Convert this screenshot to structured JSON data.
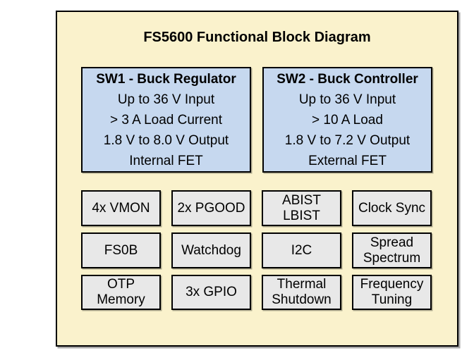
{
  "diagram": {
    "title": "FS5600 Functional Block Diagram",
    "sw_blocks": [
      {
        "title": "SW1 - Buck Regulator",
        "lines": [
          "Up to 36 V Input",
          "> 3 A Load Current",
          "1.8 V to 8.0 V Output",
          "Internal FET"
        ]
      },
      {
        "title": "SW2 - Buck Controller",
        "lines": [
          "Up to 36 V Input",
          "> 10 A Load",
          "1.8 V to 7.2 V Output",
          "External FET"
        ]
      }
    ],
    "feature_blocks": [
      {
        "label": "4x VMON"
      },
      {
        "label": "2x PGOOD"
      },
      {
        "label": "ABIST\nLBIST"
      },
      {
        "label": "Clock Sync"
      },
      {
        "label": "FS0B"
      },
      {
        "label": "Watchdog"
      },
      {
        "label": "I2C"
      },
      {
        "label": "Spread\nSpectrum"
      },
      {
        "label": "OTP\nMemory"
      },
      {
        "label": "3x GPIO"
      },
      {
        "label": "Thermal\nShutdown"
      },
      {
        "label": "Frequency\nTuning"
      }
    ],
    "colors": {
      "canvas_bg": "#ffffff",
      "panel_bg": "#faf2cc",
      "sw_block_bg": "#c6d8ef",
      "feature_block_bg": "#e8e8e8",
      "border": "#000000",
      "text": "#000000"
    }
  }
}
